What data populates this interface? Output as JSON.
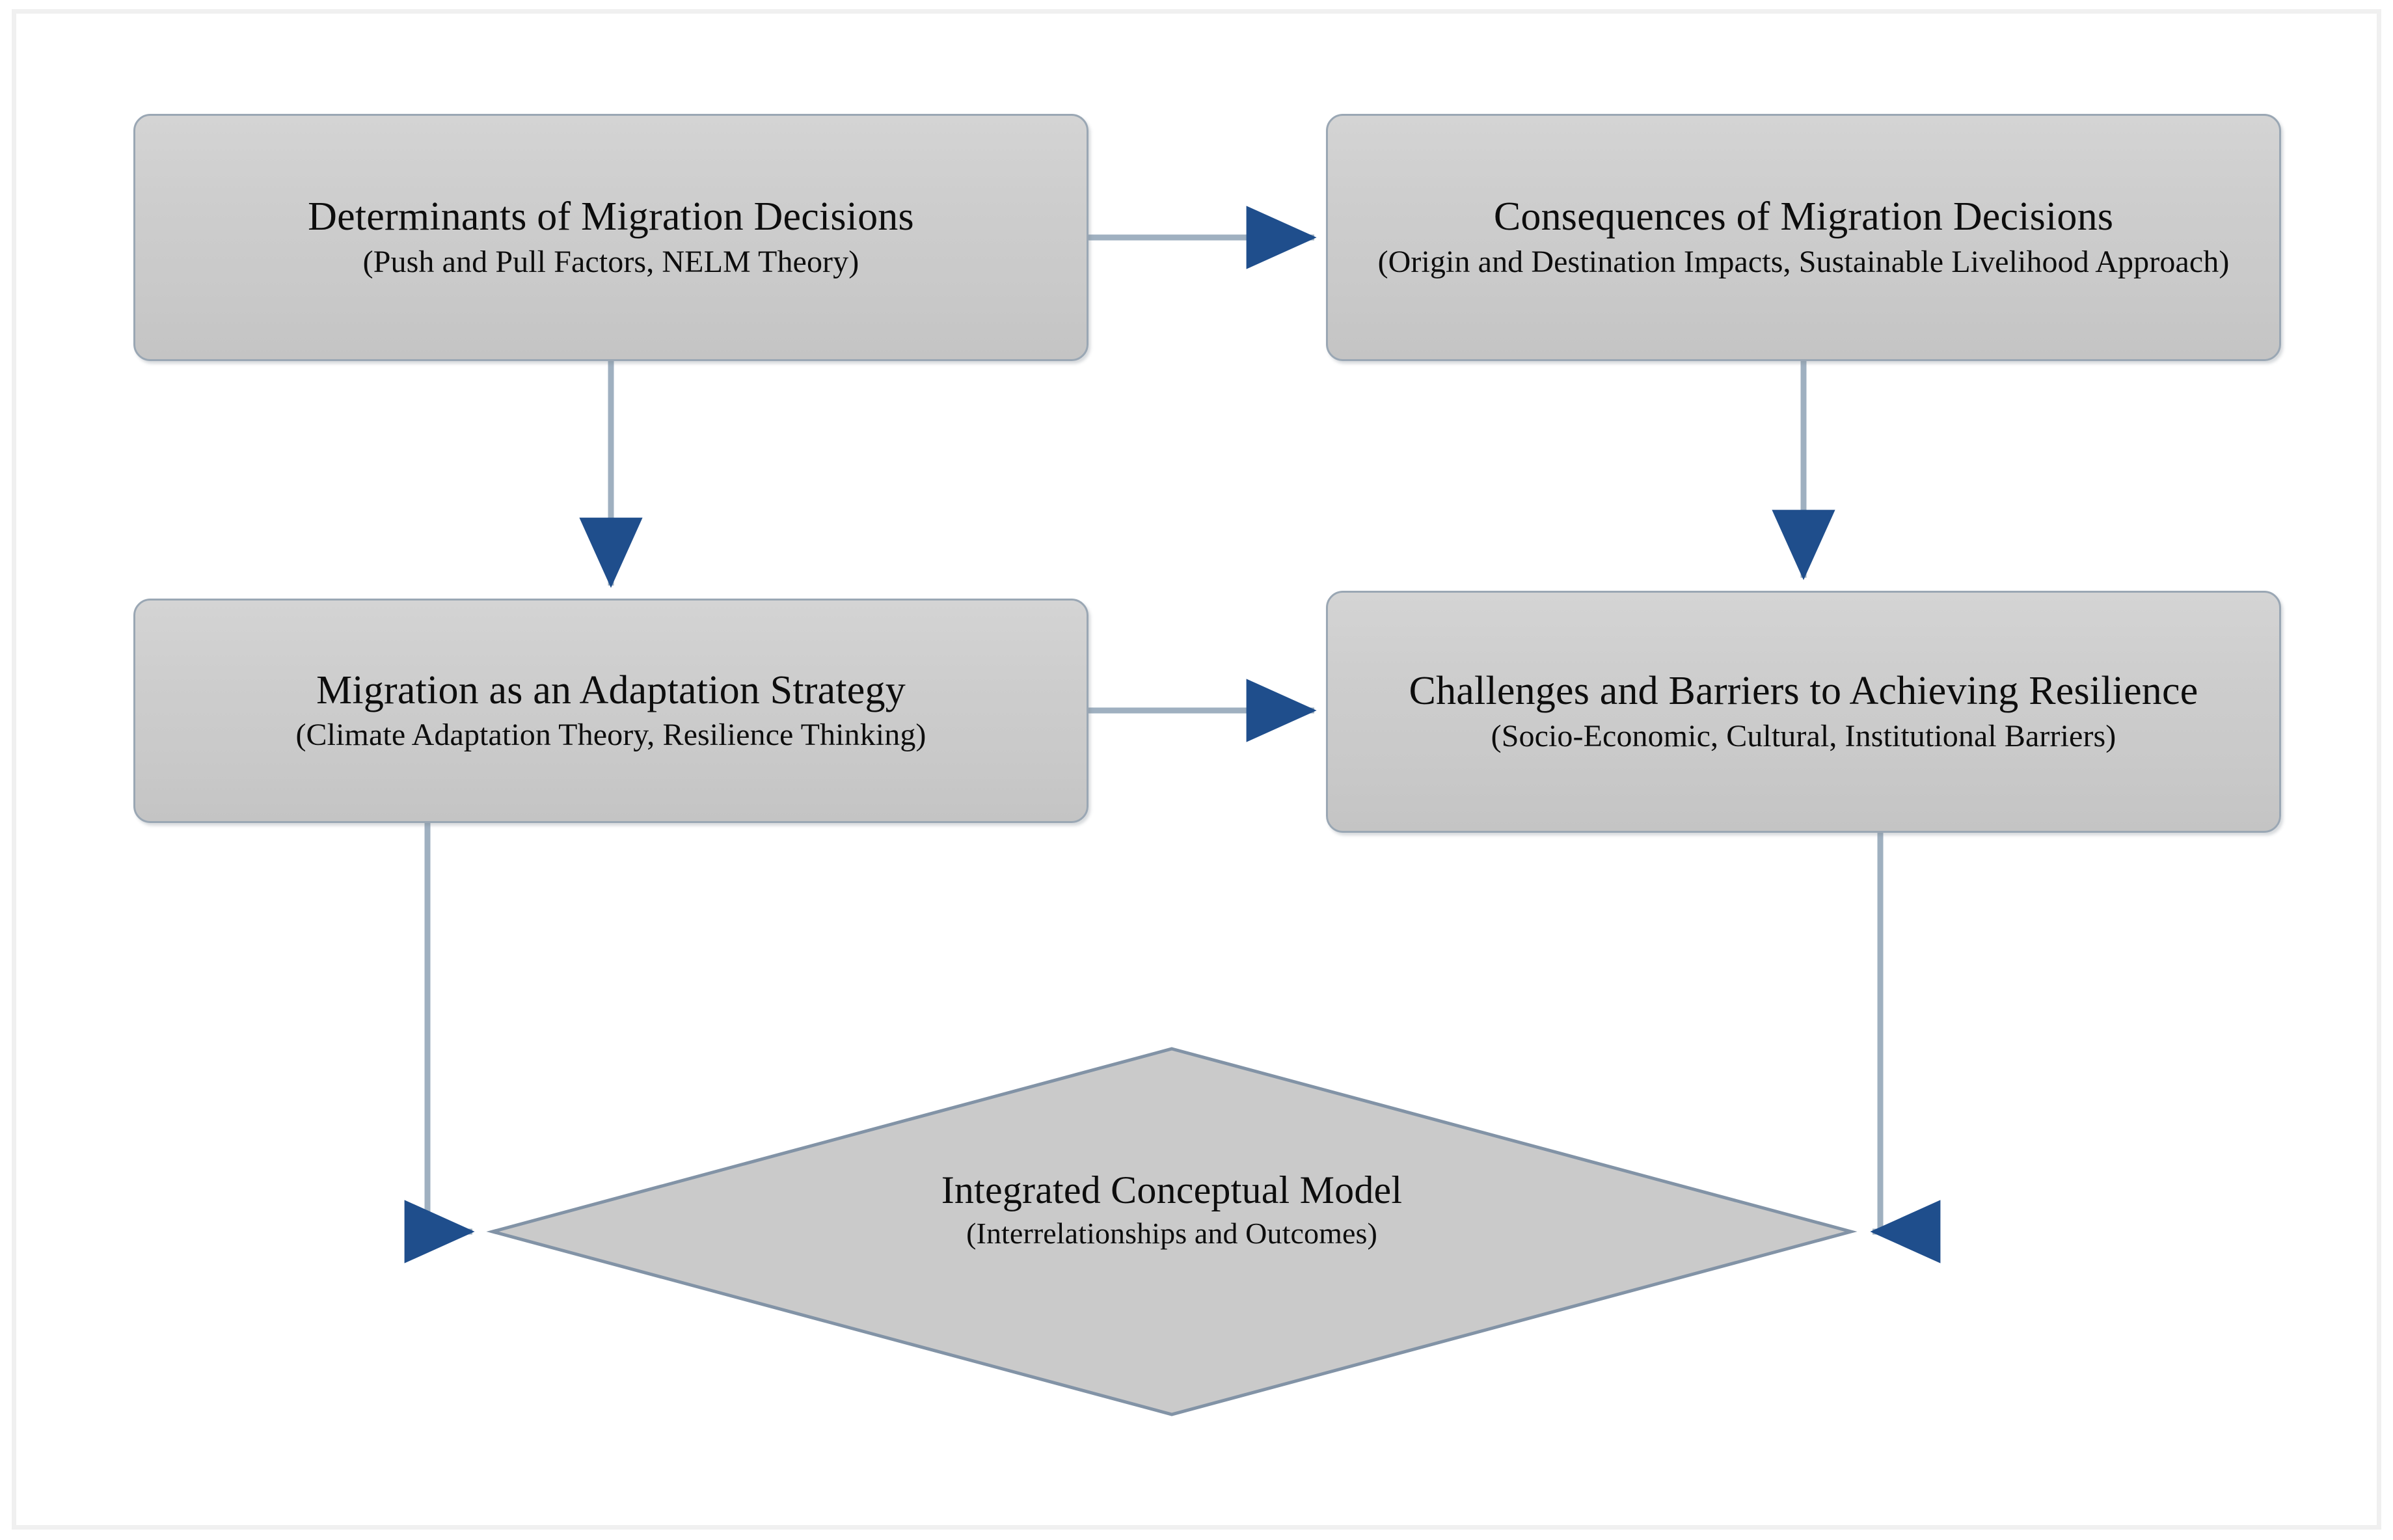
{
  "figure": {
    "type": "flowchart",
    "background_color": "#ffffff",
    "frame_border_color": "#f0f0f0",
    "node_fill_color": "#cdcdcd",
    "node_border_color": "#9aa7b4",
    "connector_line_color": "#9fb0c0",
    "arrowhead_color": "#1f4e8c",
    "text_color": "#0d0d0d"
  },
  "nodes": {
    "determinants": {
      "title": "Determinants of Migration Decisions",
      "subtitle": "(Push and Pull Factors, NELM Theory)",
      "shape": "rounded-rectangle"
    },
    "consequences": {
      "title": "Consequences of Migration Decisions",
      "subtitle": "(Origin and Destination Impacts, Sustainable Livelihood Approach)",
      "shape": "rounded-rectangle"
    },
    "adaptation": {
      "title": "Migration as an Adaptation Strategy",
      "subtitle": "(Climate Adaptation Theory, Resilience Thinking)",
      "shape": "rounded-rectangle"
    },
    "challenges": {
      "title": "Challenges and Barriers to Achieving Resilience",
      "subtitle": "(Socio-Economic, Cultural, Institutional Barriers)",
      "shape": "rounded-rectangle"
    },
    "integrated_model": {
      "title": "Integrated Conceptual Model",
      "subtitle": "(Interrelationships and Outcomes)",
      "shape": "diamond"
    }
  },
  "edges": [
    {
      "id": "determinants-to-consequences",
      "from": "determinants",
      "to": "consequences",
      "style": "horizontal-arrow"
    },
    {
      "id": "determinants-to-adaptation",
      "from": "determinants",
      "to": "adaptation",
      "style": "vertical-arrow"
    },
    {
      "id": "consequences-to-challenges",
      "from": "consequences",
      "to": "challenges",
      "style": "vertical-arrow"
    },
    {
      "id": "adaptation-to-challenges",
      "from": "adaptation",
      "to": "challenges",
      "style": "horizontal-arrow"
    },
    {
      "id": "adaptation-to-integrated-model",
      "from": "adaptation",
      "to": "integrated_model",
      "style": "elbow-arrow-down-right"
    },
    {
      "id": "challenges-to-integrated-model",
      "from": "challenges",
      "to": "integrated_model",
      "style": "elbow-arrow-down-left"
    }
  ]
}
